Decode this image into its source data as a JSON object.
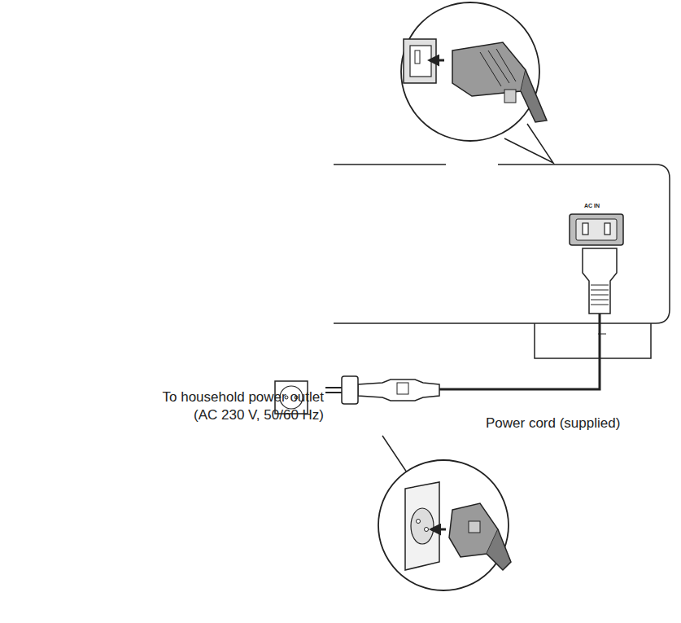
{
  "diagram": {
    "labels": [
      "AC IN",
      "To household power outlet (AC 230 V, 50/60 Hz)",
      "Power cord (supplied)"
    ]
  }
}
